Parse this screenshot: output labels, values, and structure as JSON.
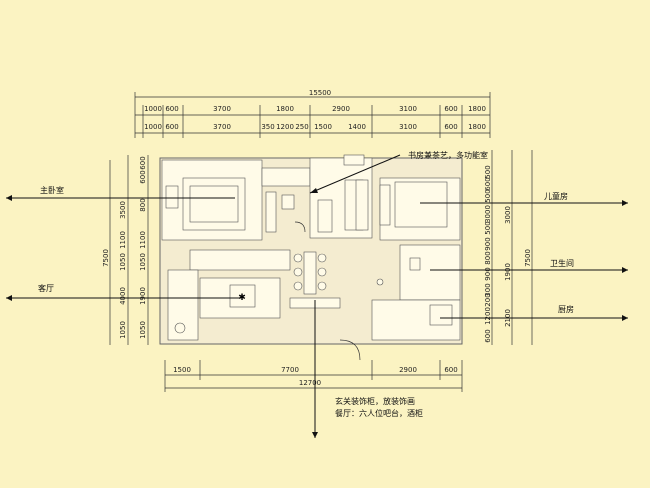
{
  "dimensions": {
    "top_total": "15500",
    "top_row1": [
      "1000",
      "600",
      "3700",
      "1800",
      "2900",
      "3100",
      "600",
      "1800"
    ],
    "top_row2": [
      "1000",
      "600",
      "3700",
      "350",
      "1200",
      "250",
      "1500",
      "1400",
      "3100",
      "600",
      "1800"
    ],
    "left_outer": [
      "3500",
      "1100",
      "1050",
      "4000",
      "1050"
    ],
    "left_inner": [
      "600",
      "600",
      "800",
      "1100",
      "1050",
      "1900",
      "1050"
    ],
    "left_total": "7500",
    "right_inner": [
      "500",
      "600",
      "500",
      "3000",
      "500",
      "900",
      "800",
      "900",
      "300",
      "200",
      "1200",
      "600"
    ],
    "right_outer": [
      "3000",
      "1900",
      "2100"
    ],
    "right_total": "7500",
    "bottom_row": [
      "1500",
      "7700",
      "2900",
      "600"
    ],
    "bottom_total": "12700"
  },
  "labels": {
    "master_bedroom": "主卧室",
    "living_room": "客厅",
    "study": "书房兼茶艺，多功能室",
    "kids_room": "儿童房",
    "bathroom": "卫生间",
    "kitchen": "厨房",
    "foyer": "玄关装饰柜，放装饰画",
    "dining": "餐厅：六人位吧台，酒柜"
  }
}
